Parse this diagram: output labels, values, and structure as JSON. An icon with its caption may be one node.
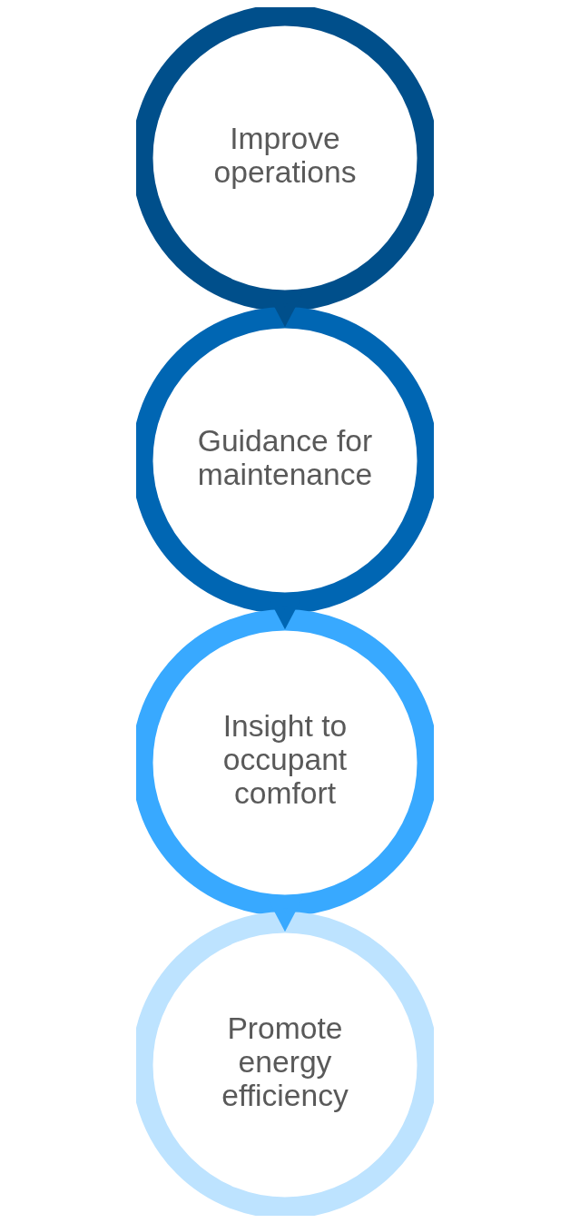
{
  "diagram": {
    "nodes": [
      {
        "text": [
          "Improve operations"
        ]
      },
      {
        "text": [
          "Guidance for maintenance"
        ]
      },
      {
        "text": [
          "Insight to occupant comfort"
        ]
      },
      {
        "text": [
          "Promote energy efficiency"
        ]
      }
    ],
    "edges": [
      {
        "from": 0,
        "to": 1,
        "arrow": "to"
      },
      {
        "from": 1,
        "to": 2,
        "arrow": "to"
      },
      {
        "from": 2,
        "to": 3,
        "arrow": "to"
      }
    ]
  }
}
